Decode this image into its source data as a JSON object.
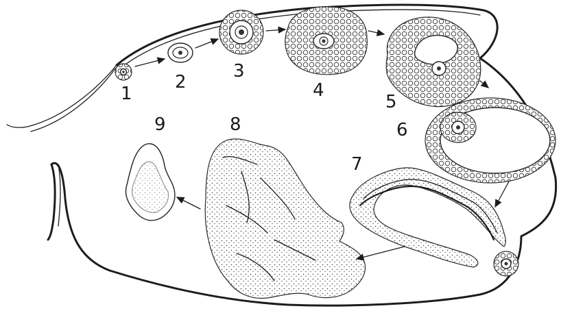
{
  "stage_labels": [
    {
      "id": "1",
      "text": "1"
    },
    {
      "id": "2",
      "text": "2"
    },
    {
      "id": "3",
      "text": "3"
    },
    {
      "id": "4",
      "text": "4"
    },
    {
      "id": "5",
      "text": "5"
    },
    {
      "id": "6",
      "text": "6"
    },
    {
      "id": "7",
      "text": "7"
    },
    {
      "id": "8",
      "text": "8"
    },
    {
      "id": "9",
      "text": "9"
    }
  ],
  "colors": {
    "ink": "#1c1c1c",
    "paper": "#ffffff"
  }
}
